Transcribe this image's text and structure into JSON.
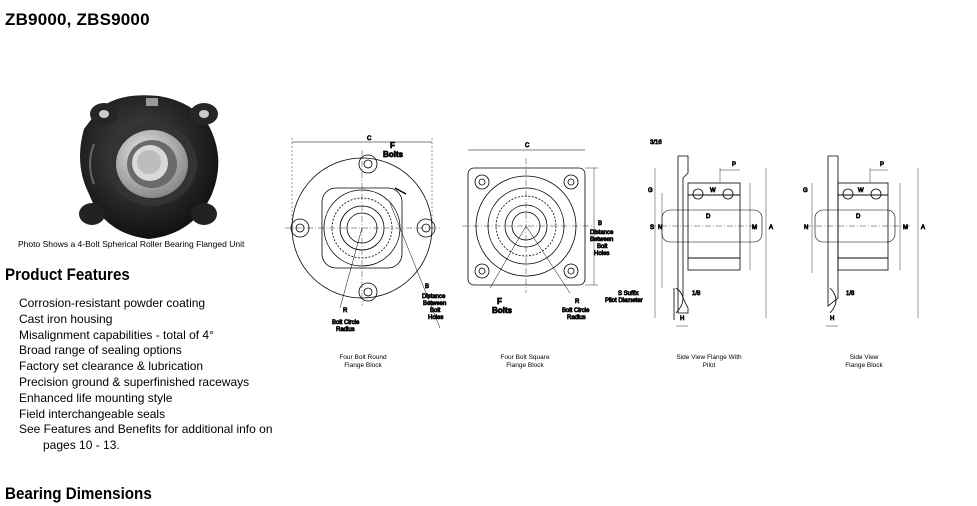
{
  "title": "ZB9000, ZBS9000",
  "photo": {
    "caption": "Photo Shows a 4-Bolt Spherical Roller Bearing Flanged Unit"
  },
  "features": {
    "heading": "Product Features",
    "items": [
      "Corrosion-resistant powder coating",
      "Cast iron housing",
      "Misalignment capabilities - total of 4°",
      "Broad range of sealing options",
      "Factory set clearance & lubrication",
      "Precision ground & superfinished raceways",
      "Enhanced life mounting style",
      "Field interchangeable seals",
      "See Features and Benefits for additional info on"
    ],
    "continuation": "pages 10 - 13."
  },
  "dimensions_heading": "Bearing Dimensions",
  "drawings": {
    "round": {
      "caption_1": "Four Bolt Round",
      "caption_2": "Flange Block",
      "label_c": "C",
      "label_f": "F",
      "label_bolts": "Bolts",
      "label_b": "B",
      "label_r": "R",
      "bcr_1": "Bolt Circle",
      "bcr_2": "Radius",
      "dist_1": "Distance",
      "dist_2": "Between",
      "dist_3": "Bolt",
      "dist_4": "Holes"
    },
    "square": {
      "caption_1": "Four Bolt Square",
      "caption_2": "Flange Block",
      "label_c": "C",
      "label_f": "F",
      "label_bolts": "Bolts",
      "label_b": "B",
      "label_r": "R",
      "bcr_1": "Bolt Circle",
      "bcr_2": "Radius",
      "dist_1": "Distance",
      "dist_2": "Between",
      "dist_3": "Bolt",
      "dist_4": "Holes"
    },
    "side_pilot": {
      "caption_1": "Side View Flange With",
      "caption_2": "Pilot",
      "label_316": "3/16",
      "label_p": "P",
      "label_g": "G",
      "label_w": "W",
      "label_d": "D",
      "label_s": "S",
      "label_n": "N",
      "label_m": "M",
      "label_a": "A",
      "label_18": "1/8",
      "label_h": "H",
      "suffix_1": "S Suffix",
      "suffix_2": "Pilot Diameter"
    },
    "side": {
      "caption_1": "Side View",
      "caption_2": "Flange Block",
      "label_p": "P",
      "label_g": "G",
      "label_w": "W",
      "label_d": "D",
      "label_n": "N",
      "label_m": "M",
      "label_a": "A",
      "label_18": "1/8",
      "label_h": "H"
    }
  }
}
